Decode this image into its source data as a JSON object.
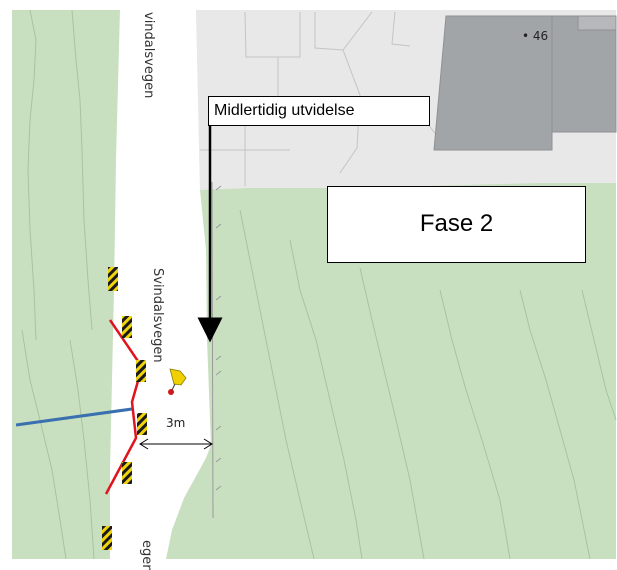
{
  "map": {
    "street_names": [
      "vindalsvegen",
      "Svindalsvegen",
      "egen"
    ],
    "address_number": "• 46",
    "measurement": "3m"
  },
  "annotations": {
    "temporary_widening": "Midlertidig utvidelse",
    "phase": "Fase 2"
  },
  "colors": {
    "forest": "#c8e0bf",
    "urban": "#e8e8e8",
    "building": "#a2a5a8",
    "road": "#ffffff",
    "barrier": "#e0141e",
    "pipe": "#3a6fb0",
    "signal": "#f0d000"
  },
  "icons": [
    "worker-icon",
    "roadblock-icon",
    "arrow-icon"
  ]
}
